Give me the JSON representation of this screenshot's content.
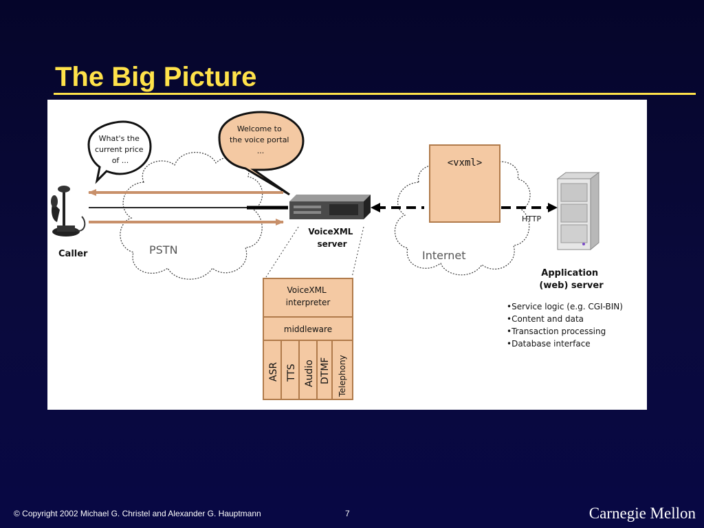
{
  "slide": {
    "title": "The Big Picture"
  },
  "diagram": {
    "caller_bubble": [
      "What's the",
      "current price",
      "of ..."
    ],
    "portal_bubble": [
      "Welcome to",
      "the voice portal",
      "..."
    ],
    "caller_label": "Caller",
    "pstn_label": "PSTN",
    "server_label": [
      "VoiceXML",
      "server"
    ],
    "vxml_doc": "<vxml>",
    "http_label": "HTTP",
    "internet_label": "Internet",
    "app_label": [
      "Application",
      "(web) server"
    ],
    "app_features": [
      "•Service logic (e.g. CGI-BIN)",
      "•Content and data",
      "•Transaction processing",
      "•Database interface"
    ],
    "stack": {
      "interpreter": [
        "VoiceXML",
        "interpreter"
      ],
      "middleware": "middleware",
      "components": [
        "ASR",
        "TTS",
        "Audio",
        "DTMF",
        "Telephony"
      ]
    }
  },
  "footer": {
    "copyright": "© Copyright 2002 Michael G. Christel and Alexander G. Hauptmann",
    "page": "7",
    "logo": "Carnegie Mellon"
  },
  "colors": {
    "title": "#ffe24a",
    "tan": "#f4c9a3",
    "tan_border": "#b07a4a",
    "arrow": "#c8906a"
  }
}
